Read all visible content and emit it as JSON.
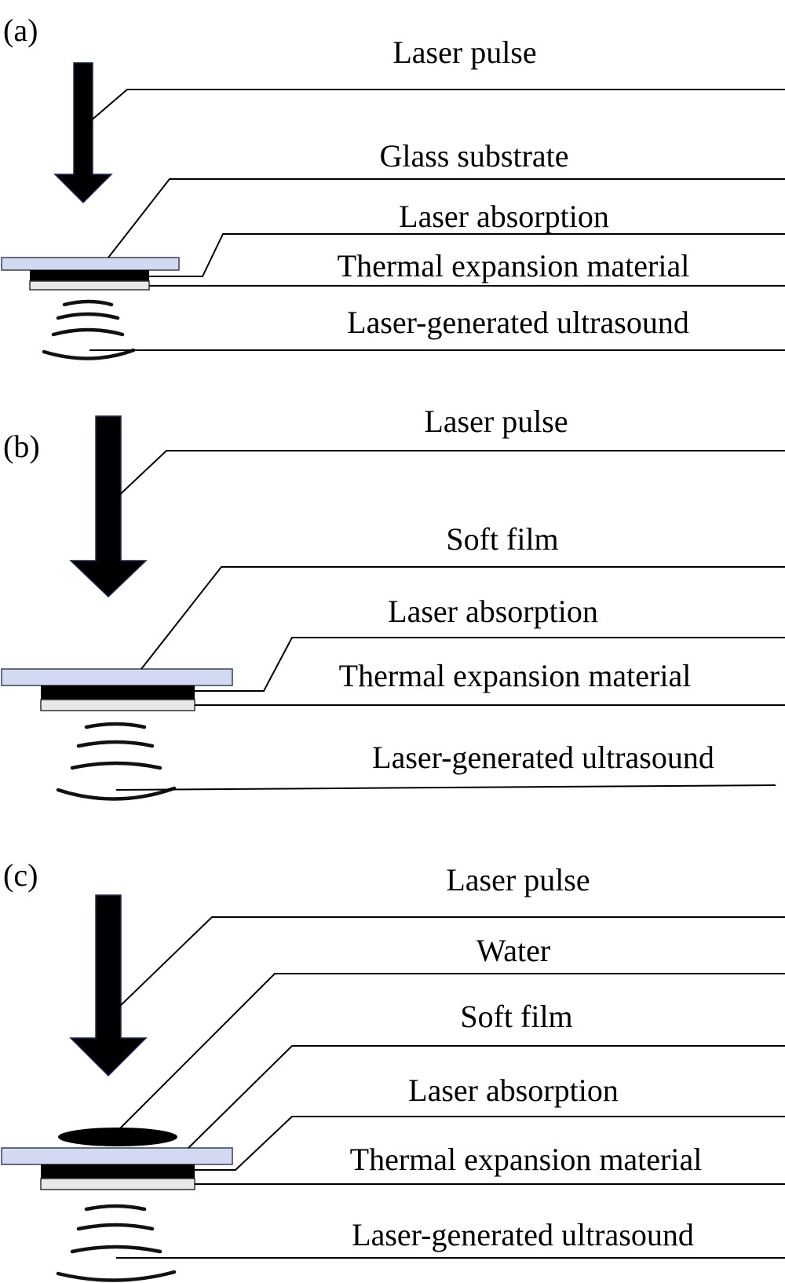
{
  "panels": {
    "a": {
      "label": "(a)",
      "callouts": [
        "Laser pulse",
        "Glass substrate",
        "Laser absorption",
        "Thermal expansion material",
        "Laser-generated ultrasound"
      ]
    },
    "b": {
      "label": "(b)",
      "callouts": [
        "Laser pulse",
        "Soft film",
        "Laser absorption",
        "Thermal expansion material",
        "Laser-generated ultrasound"
      ]
    },
    "c": {
      "label": "(c)",
      "callouts": [
        "Laser pulse",
        "Water",
        "Soft film",
        "Laser absorption",
        "Thermal expansion material",
        "Laser-generated ultrasound"
      ]
    }
  },
  "colors": {
    "substrate": "#d3d9f1",
    "absorption": "#000000",
    "thermal_material": "#e8e8e8",
    "arrow": "#000000"
  }
}
